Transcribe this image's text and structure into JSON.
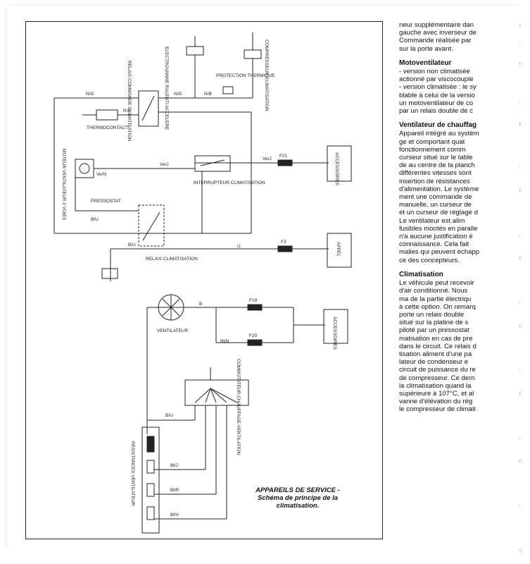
{
  "diagram": {
    "labels": {
      "electrovanne": "ELECTROVANNE RALENTI ACCELERE",
      "compresseur": "COMPRESSEUR CLIMATISATION",
      "relais_commande": "RELAIS COMMANDE CLIMATISATION",
      "protection": "PROTECTION THERMIQUE",
      "thermocontact": "THERMOCONTACT",
      "interrupteur": "INTERRUPTEUR CLIMATISATION",
      "moteur": "MOTEUR VENTILATEUR 2 VOIES",
      "pressostat": "PRESSOSTAT",
      "relais_clim": "RELAIS CLIMATISATION",
      "ventilateur": "VENTILATEUR",
      "comm_ventilation": "COMMUTATEUR CHAUFFAGE-VENTILATION",
      "resistances": "RESISTANCES VENTILATEUR",
      "accessoires1": "ACCESSOIRES",
      "appel": "APPEL",
      "accessoires2": "ACCESSOIRES",
      "fuse_f21": "F21",
      "fuse_f3": "F3",
      "fuse_f19": "F19",
      "fuse_f20": "F20",
      "w_ng": "N/G",
      "w_ng2": "N/G",
      "w_nb": "N/B",
      "w_rb": "R/B",
      "w_ve": "Ve/J",
      "w_vem": "Ve/N",
      "w_bu": "B/U",
      "w_bu2": "B/U",
      "w_vej": "Ve/J",
      "w_bu3": "B/U",
      "w_bl": "Bl/J",
      "w_bl2": "Bl/R",
      "w_blv": "Bl/V",
      "w_bn": "Bl/N",
      "w_b": "B",
      "w_u": "U"
    },
    "caption": {
      "line1": "APPAREILS DE SERVICE -",
      "line2": "Schéma de principe de la",
      "line3": "climatisation."
    }
  },
  "text": {
    "intro": [
      "neur supplémentaire dan",
      "gauche avec inverseur de",
      "Commande réalisée par",
      "sur la porte avant."
    ],
    "motoventilateur": {
      "heading": "Motoventilateur",
      "lines": [
        "- version non climatisée",
        "actionné par viscocouple",
        "- version climatisée : le sy",
        "blable à celui de la versio",
        "un motoventilateur de co",
        "par un relais double de c"
      ]
    },
    "ventilateur": {
      "heading": "Ventilateur de chauffag",
      "lines": [
        "Appareil intégré au systèm",
        "ge et comportant quat",
        "fonctionnement comm",
        "curseur situé sur le table",
        "de au centre de la planch",
        "différentes vitesses sont",
        "insertion de résistances",
        "d'alimentation. Le système",
        "ment une commande de",
        "manuelle, un curseur de",
        "et un curseur de réglage d",
        "Le ventilateur est alim",
        "fusibles montés en paralle",
        "n'a aucune justification é",
        "connaissance. Cela fait",
        "malies qui peuvent échapp",
        "ce des concepteurs."
      ]
    },
    "climatisation": {
      "heading": "Climatisation",
      "lines": [
        "Le véhicule peut recevoir",
        "d'air conditionné. Nous",
        "ma de la partie électriqu",
        "à cette option. On remarq",
        "porte un relais double",
        "situé sur la platine de s",
        "piloté par un pressostat",
        "matisation en cas de pre",
        "dans le circuit. Ce relais d",
        "tisation aliment d'une pa",
        "lateur de condenseur e",
        "circuit de puissance du re",
        "de compresseur. Ce dern",
        "la climatisation quand la",
        "supérieure à 107°C, et al",
        "vanne d'élévation du rég",
        "le compresseur de climati"
      ]
    }
  }
}
